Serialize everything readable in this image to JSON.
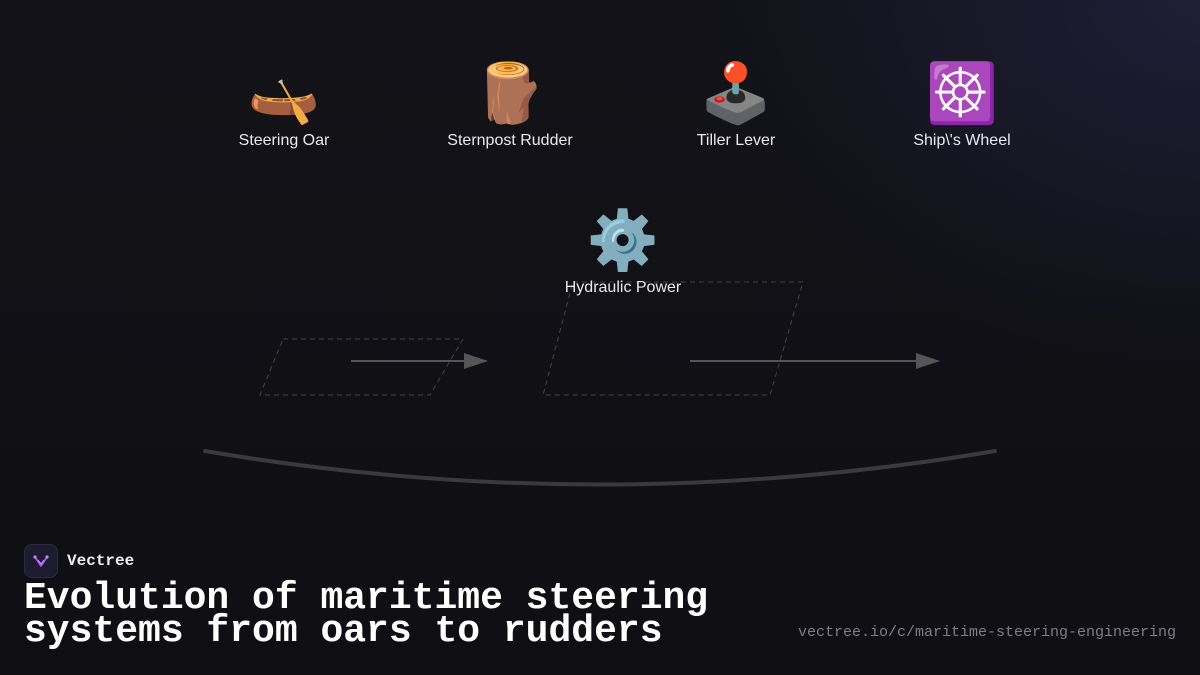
{
  "nodes": [
    {
      "emoji": "🛶",
      "label": "Steering Oar"
    },
    {
      "emoji": "🪵",
      "label": "Sternpost Rudder"
    },
    {
      "emoji": "🕹️",
      "label": "Tiller Lever"
    },
    {
      "emoji": "☸️",
      "label": "Ship\\'s Wheel"
    },
    {
      "emoji": "⚙️",
      "label": "Hydraulic Power"
    }
  ],
  "brand": {
    "name": "Vectree"
  },
  "title": "Evolution of maritime steering systems from oars to rudders",
  "url": "vectree.io/c/maritime-steering-engineering",
  "colors": {
    "background": "#111116",
    "arrow": "#555555",
    "dashed_outline": "#444444",
    "brand_accent": "#a855f7"
  }
}
